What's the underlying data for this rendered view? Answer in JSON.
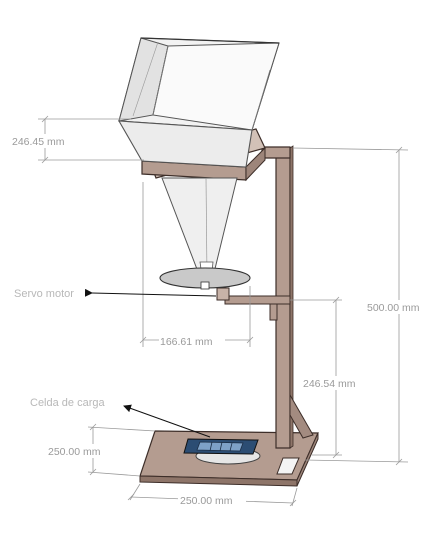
{
  "dimensions": {
    "hopper_width": "246.45 mm",
    "plate_diameter": "166.61 mm",
    "total_height": "500.00 mm",
    "arm_height": "246.54 mm",
    "base_depth": "250.00 mm",
    "base_width": "250.00 mm"
  },
  "callouts": {
    "servo": "Servo motor",
    "load_cell": "Celda de carga"
  },
  "colors": {
    "wood": "#b49c90",
    "wood_dark": "#3d2e29",
    "glass": "#f2f2f2",
    "dimension_line": "#9a9a9a",
    "callout_arrow": "#111111"
  }
}
